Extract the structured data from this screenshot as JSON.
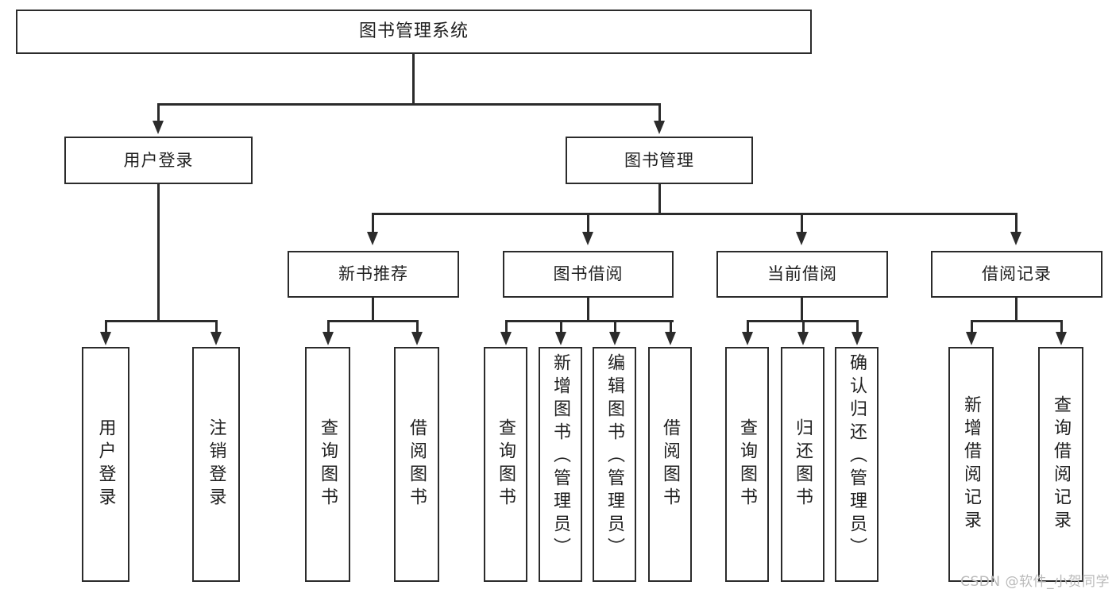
{
  "diagram": {
    "title": "图书管理系统",
    "type": "tree-hierarchy-chart",
    "root": {
      "label": "图书管理系统"
    },
    "level2": [
      {
        "label": "用户登录"
      },
      {
        "label": "图书管理"
      }
    ],
    "level3": [
      {
        "label": "新书推荐"
      },
      {
        "label": "图书借阅"
      },
      {
        "label": "当前借阅"
      },
      {
        "label": "借阅记录"
      }
    ],
    "leaves": {
      "user_login": [
        {
          "label": "用户登录"
        },
        {
          "label": "注销登录"
        }
      ],
      "new_book_recommend": [
        {
          "label": "查询图书"
        },
        {
          "label": "借阅图书"
        }
      ],
      "book_borrow": [
        {
          "label": "查询图书"
        },
        {
          "label": "新增图书（管理员）"
        },
        {
          "label": "编辑图书（管理员）"
        },
        {
          "label": "借阅图书"
        }
      ],
      "current_borrow": [
        {
          "label": "查询图书"
        },
        {
          "label": "归还图书"
        },
        {
          "label": "确认归还（管理员）"
        }
      ],
      "borrow_record": [
        {
          "label": "新增借阅记录"
        },
        {
          "label": "查询借阅记录"
        }
      ]
    }
  },
  "watermark": {
    "text": "CSDN @软件_小贺同学"
  },
  "colors": {
    "stroke": "#2b2b2b",
    "background": "#ffffff",
    "text": "#1f1f1f",
    "watermark": "#b9b9b9"
  }
}
